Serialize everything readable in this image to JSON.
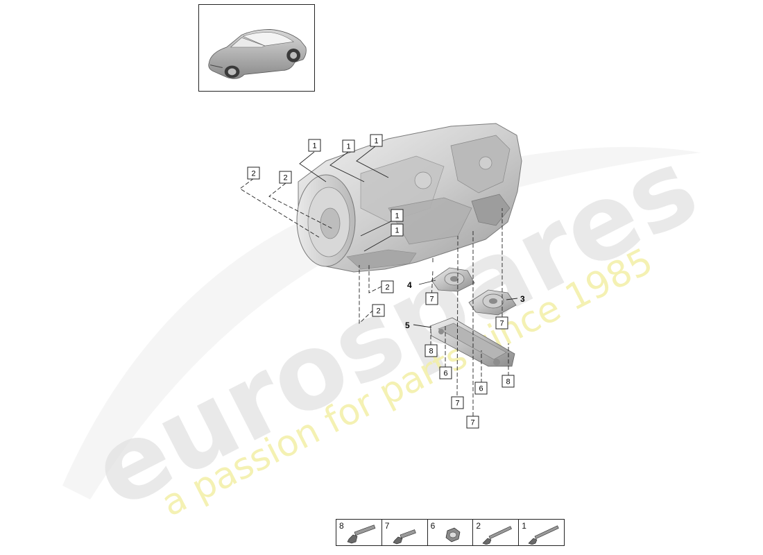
{
  "watermark": {
    "brand": "eurospares",
    "tagline": "a passion for parts since 1985"
  },
  "callouts": [
    {
      "id": "c1a",
      "label": "1"
    },
    {
      "id": "c1b",
      "label": "1"
    },
    {
      "id": "c1c",
      "label": "1"
    },
    {
      "id": "c2a",
      "label": "2"
    },
    {
      "id": "c2b",
      "label": "2"
    },
    {
      "id": "c1d",
      "label": "1"
    },
    {
      "id": "c1e",
      "label": "1"
    },
    {
      "id": "c2c",
      "label": "2"
    },
    {
      "id": "c2d",
      "label": "2"
    },
    {
      "id": "c7a",
      "label": "7"
    },
    {
      "id": "c7b",
      "label": "7"
    },
    {
      "id": "c8a",
      "label": "8"
    },
    {
      "id": "c6a",
      "label": "6"
    },
    {
      "id": "c6b",
      "label": "6"
    },
    {
      "id": "c8b",
      "label": "8"
    },
    {
      "id": "c7c",
      "label": "7"
    },
    {
      "id": "c7d",
      "label": "7"
    }
  ],
  "plain_labels": {
    "p3": "3",
    "p4": "4",
    "p5": "5"
  },
  "legend": [
    {
      "num": "8",
      "icon": "hex-flange-bolt-icon"
    },
    {
      "num": "7",
      "icon": "flange-bolt-icon"
    },
    {
      "num": "6",
      "icon": "hex-nut-icon"
    },
    {
      "num": "2",
      "icon": "long-bolt-icon"
    },
    {
      "num": "1",
      "icon": "long-bolt-icon"
    }
  ]
}
